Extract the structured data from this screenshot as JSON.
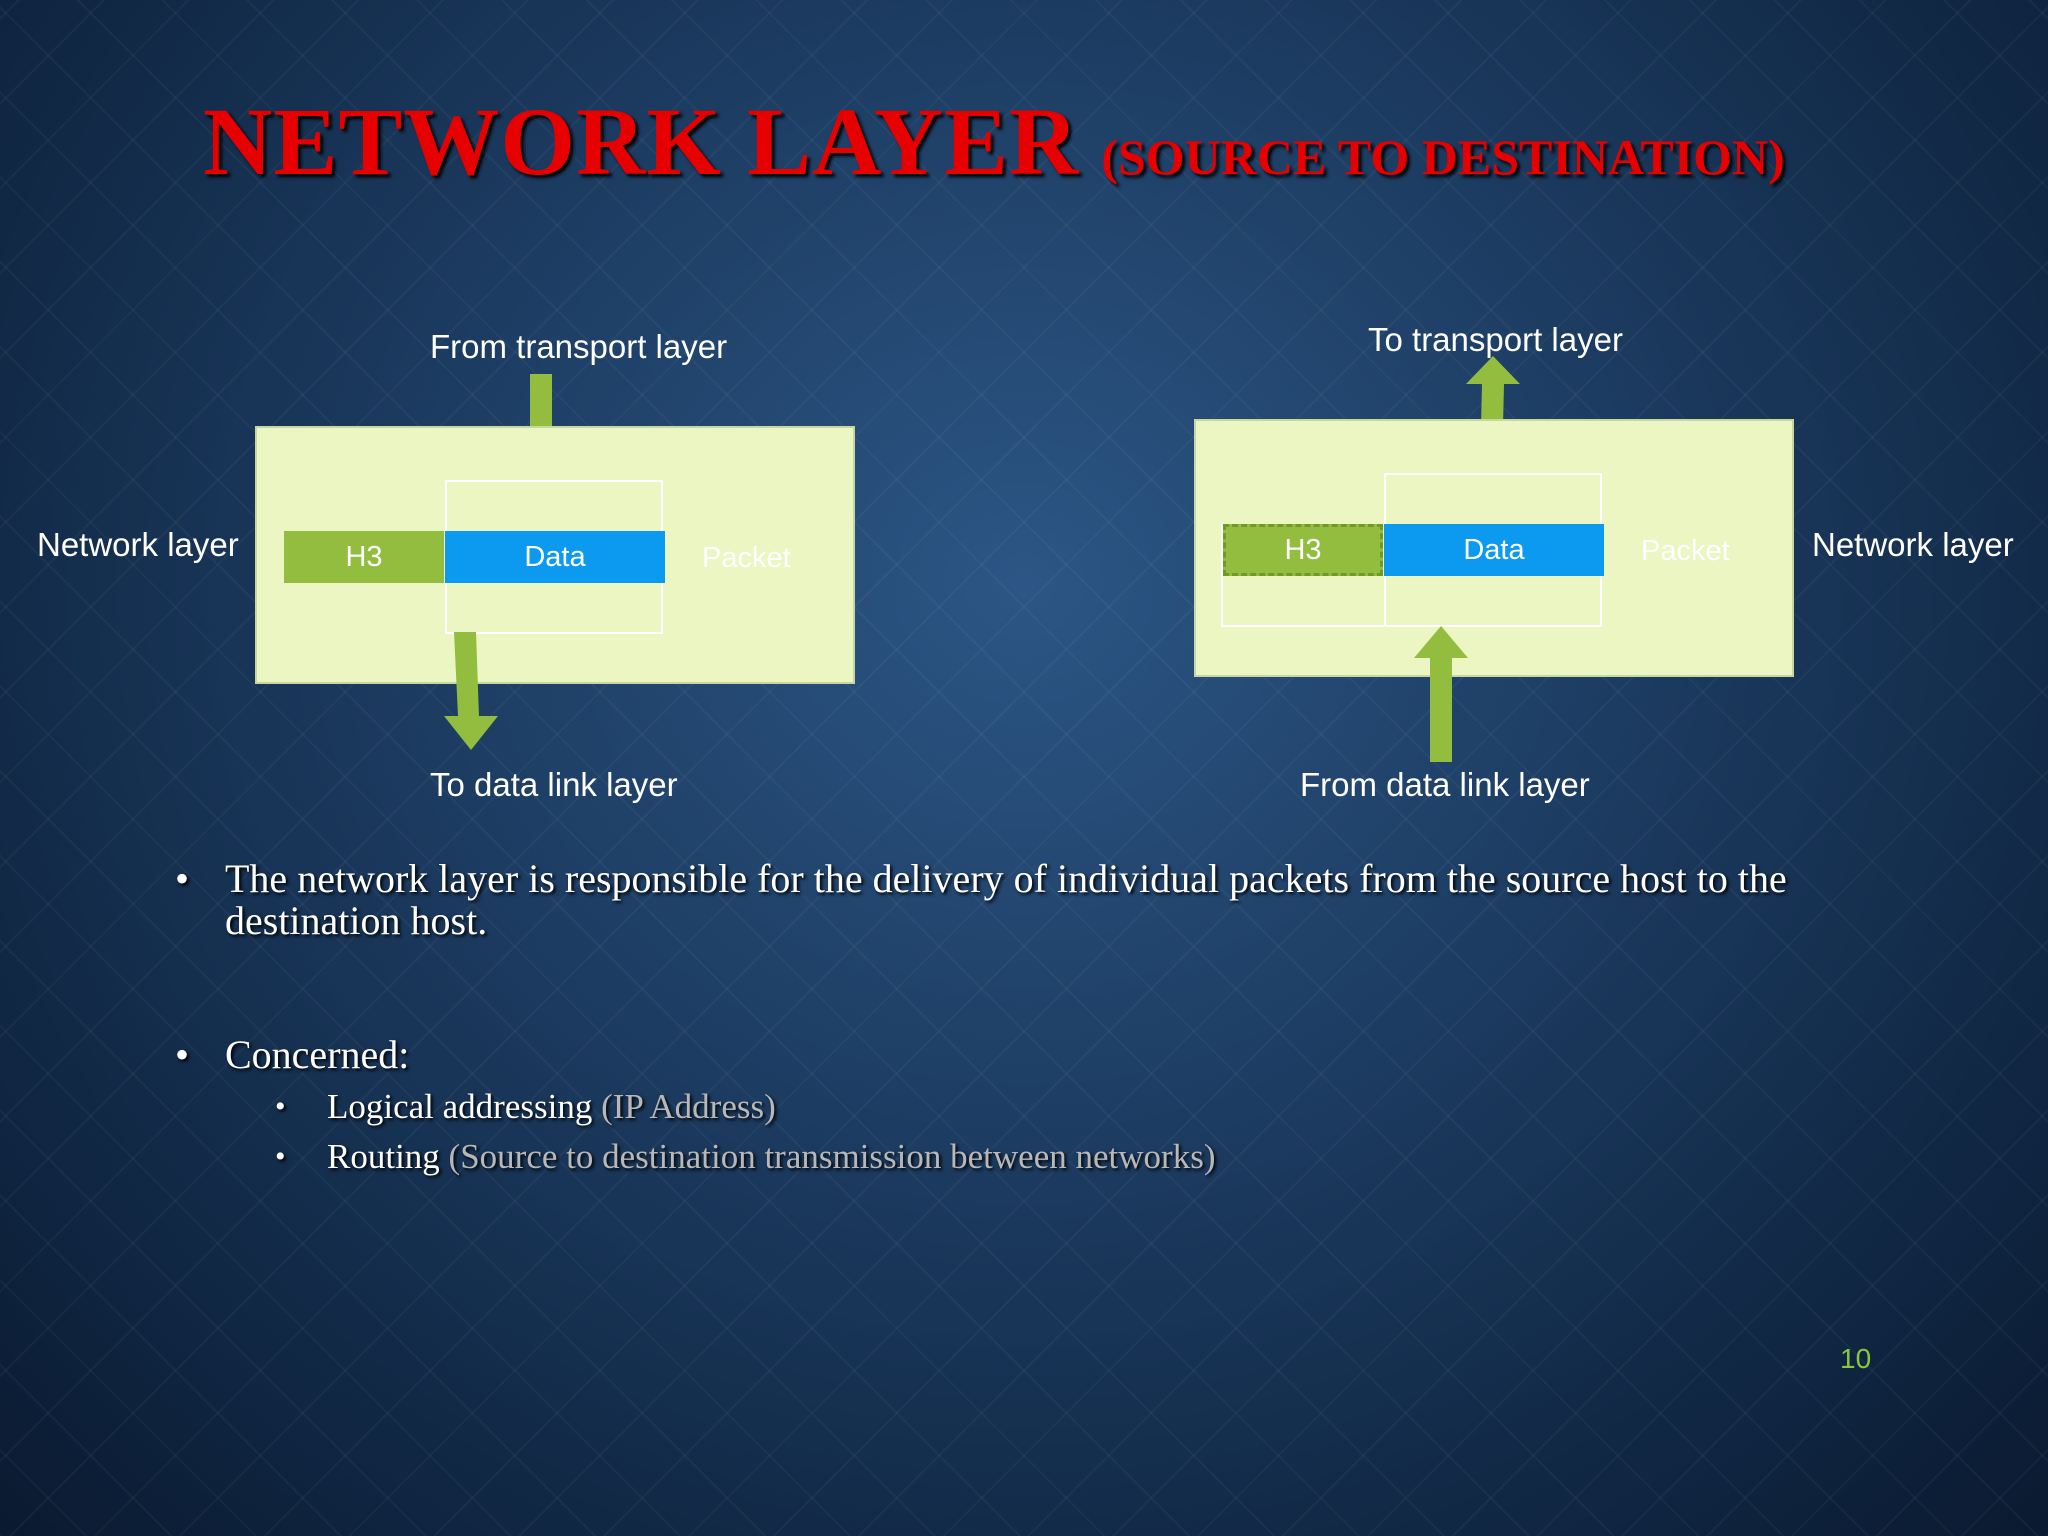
{
  "title": {
    "main": "NETWORK LAYER",
    "sub": "(SOURCE TO DESTINATION)"
  },
  "left_diagram": {
    "top_label": "From transport layer",
    "side_label": "Network layer",
    "header": "H3",
    "data": "Data",
    "packet": "Packet",
    "bottom_label": "To data link layer"
  },
  "right_diagram": {
    "top_label": "To transport layer",
    "side_label": "Network layer",
    "header": "H3",
    "data": "Data",
    "packet": "Packet",
    "bottom_label": "From data link layer"
  },
  "bullets": [
    {
      "text": "The network layer is responsible for the delivery of individual packets from the source host to the destination host."
    },
    {
      "text": "Concerned:"
    }
  ],
  "sub_bullets": [
    {
      "text": "Logical addressing",
      "note": "(IP Address)"
    },
    {
      "text": "Routing",
      "note": "(Source to destination transmission between networks)"
    }
  ],
  "bullet_symbol": "•",
  "page_number": "10",
  "colors": {
    "title": "#e60000",
    "panel": "#ecf6c2",
    "header": "#92bd3f",
    "data": "#0b9af0",
    "arrow": "#92bd3f",
    "page_number": "#8cc63f"
  }
}
